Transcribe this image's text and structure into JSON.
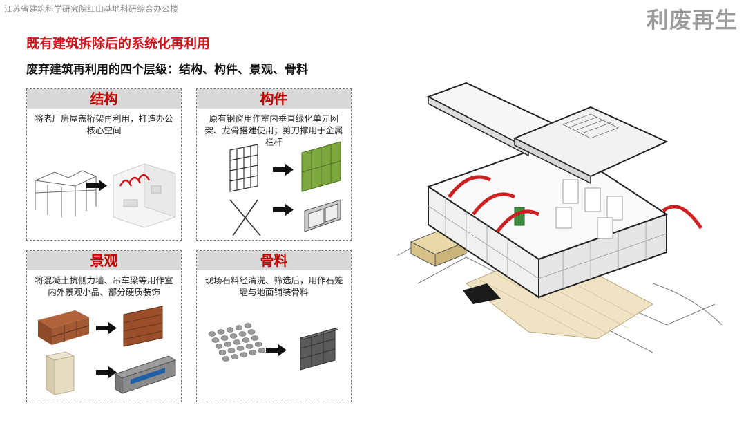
{
  "header": {
    "project_label": "江苏省建筑科学研究院红山基地科研综合办公楼",
    "section_title": "利废再生"
  },
  "headings": {
    "title": "既有建筑拆除后的系统化再利用",
    "subtitle": "废弃建筑再利用的四个层级：结构、构件、景观、骨料"
  },
  "cards": [
    {
      "title": "结构",
      "desc": "将老厂房屋盖桁架再利用，打造办公核心空间"
    },
    {
      "title": "构件",
      "desc": "原有钢窗用作室内垂直绿化单元网架、龙骨搭建使用；剪刀撑用于金属栏杆"
    },
    {
      "title": "景观",
      "desc": "将混凝土抗侧力墙、吊车梁等用作室内外景观小品、部分硬质装饰"
    },
    {
      "title": "骨料",
      "desc": "现场石料经清洗、筛选后，用作石笼墙与地面铺装骨料"
    }
  ],
  "colors": {
    "accent_red": "#d0141c",
    "card_title_red": "#c00000",
    "header_gray": "#d9d9d9",
    "truss_red": "#cc1f1f",
    "green": "#6b9a3a",
    "brick": "#a0522d"
  }
}
